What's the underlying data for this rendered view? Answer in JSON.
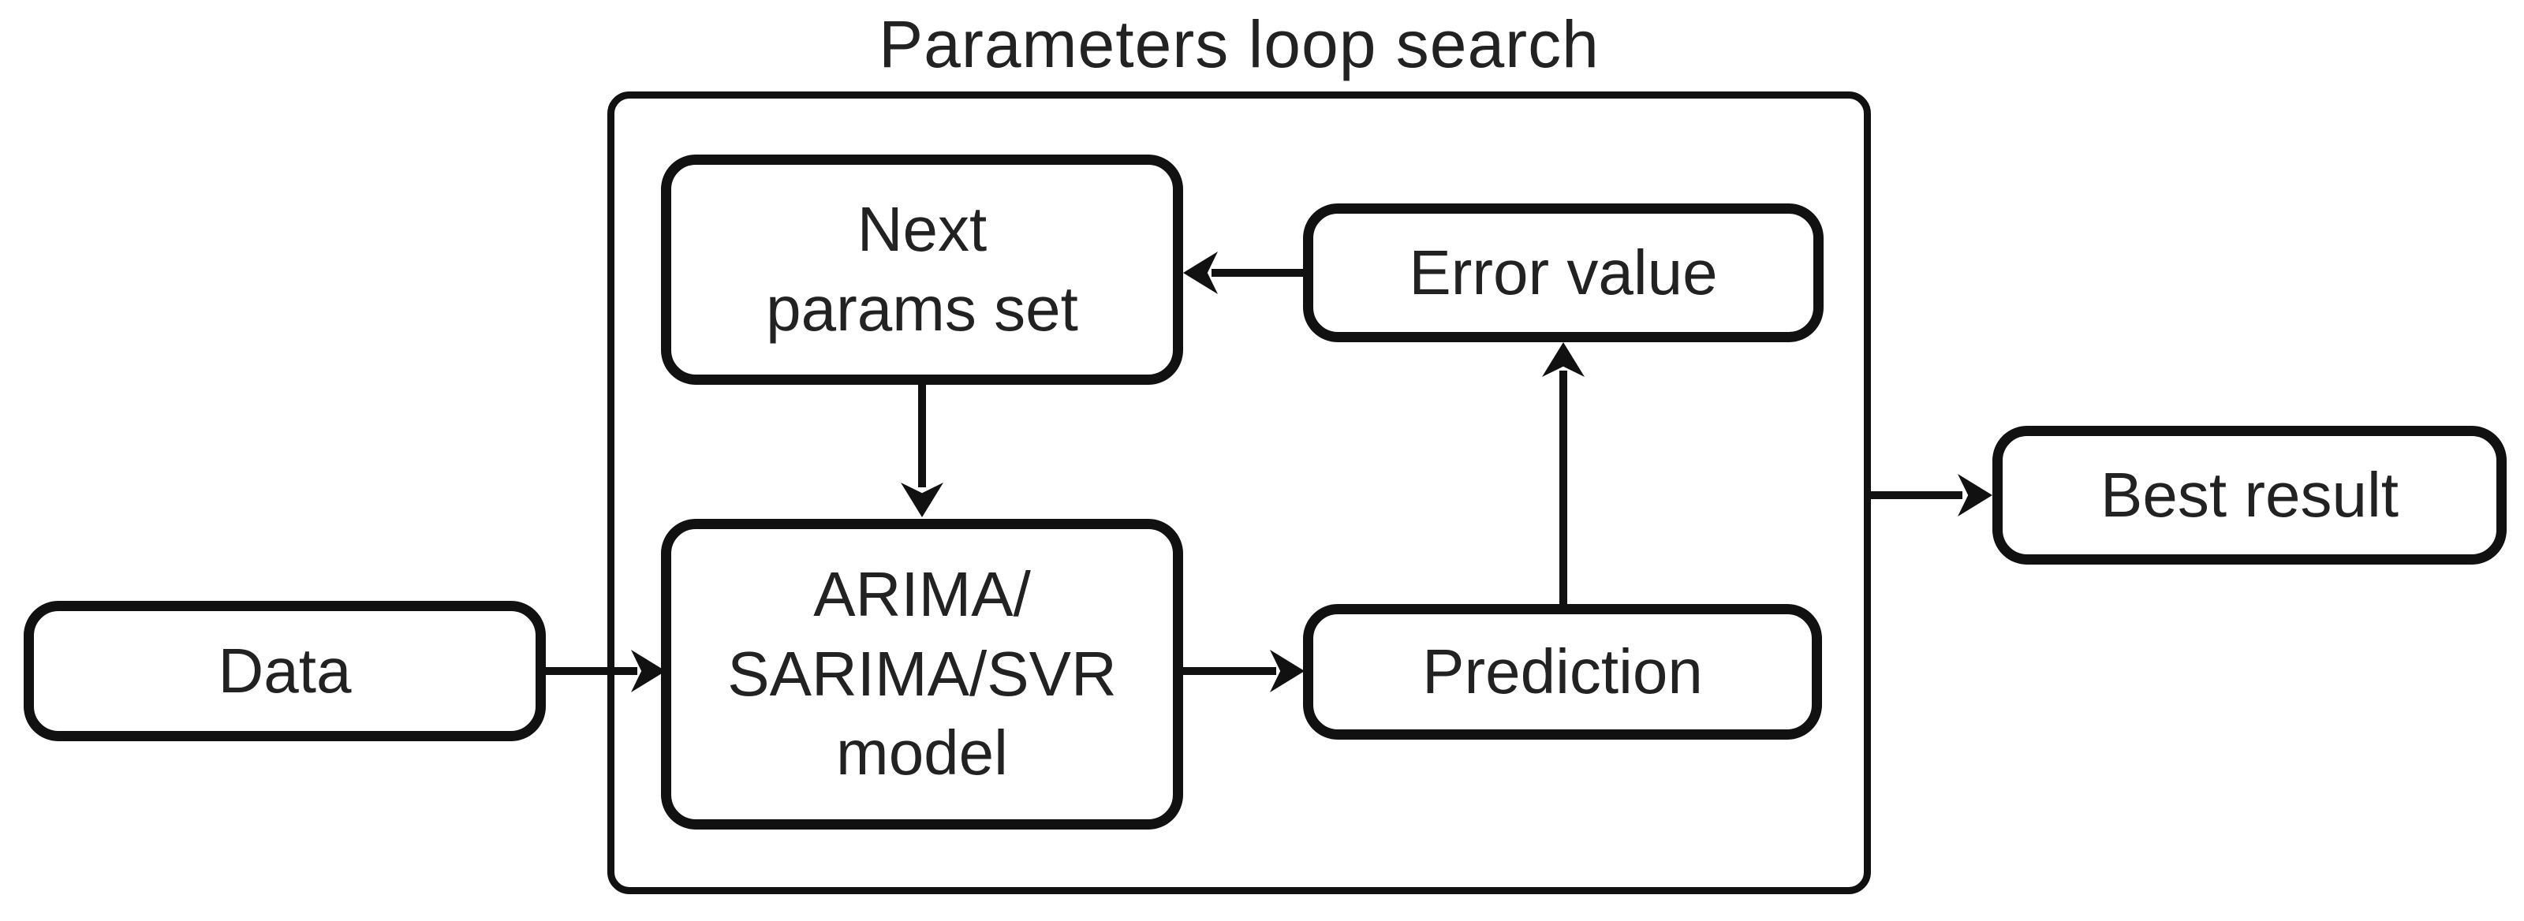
{
  "colors": {
    "ink": "#111111",
    "text": "#222222",
    "background": "#ffffff"
  },
  "diagram": {
    "title": "Parameters loop search",
    "nodes": {
      "data": "Data",
      "next_params": "Next\nparams set",
      "error_value": "Error value",
      "model": "ARIMA/\nSARIMA/SVR\nmodel",
      "prediction": "Prediction",
      "best_result": "Best result"
    },
    "edges": [
      {
        "from": "data",
        "to": "model"
      },
      {
        "from": "next_params",
        "to": "model"
      },
      {
        "from": "model",
        "to": "prediction"
      },
      {
        "from": "prediction",
        "to": "error_value"
      },
      {
        "from": "error_value",
        "to": "next_params"
      },
      {
        "from": "parameters_loop",
        "to": "best_result"
      }
    ]
  }
}
